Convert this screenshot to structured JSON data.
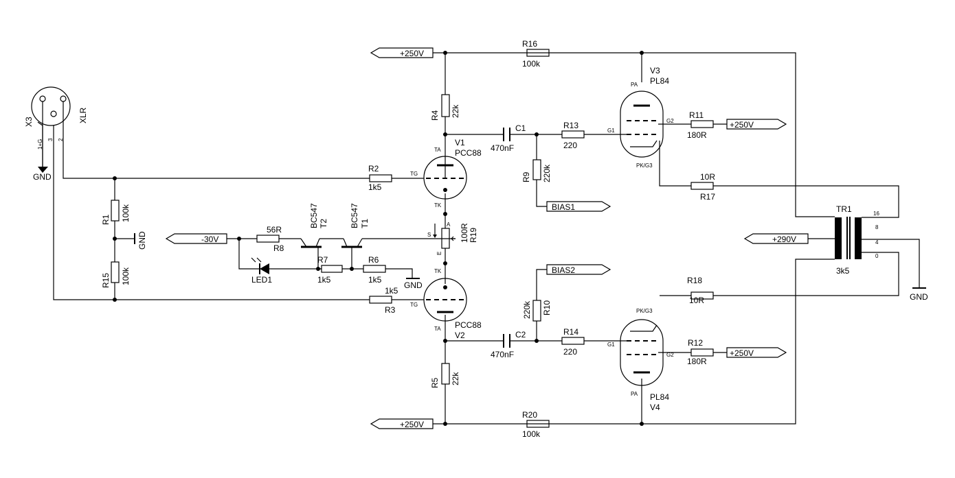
{
  "connector": {
    "ref": "X3",
    "type": "XLR",
    "pin1": "1+G",
    "pin3": "3",
    "pin2": "2",
    "gnd": "GND"
  },
  "ports": {
    "p250_top": "+250V",
    "p250_bot": "+250V",
    "p250_r11": "+250V",
    "p250_r12": "+250V",
    "m30": "-30V",
    "p290": "+290V",
    "bias1": "BIAS1",
    "bias2": "BIAS2"
  },
  "gnd": {
    "r1": "GND",
    "r6": "GND",
    "tr": "GND"
  },
  "tubes": {
    "v1": {
      "ref": "V1",
      "type": "PCC88",
      "pin_a": "TA",
      "pin_g": "TG",
      "pin_k": "TK"
    },
    "v2": {
      "ref": "V2",
      "type": "PCC88",
      "pin_a": "TA",
      "pin_g": "TG",
      "pin_k": "TK"
    },
    "v3": {
      "ref": "V3",
      "type": "PL84",
      "pin_a": "PA",
      "pin_g1": "G1",
      "pin_g2": "G2",
      "pin_k": "PK/G3"
    },
    "v4": {
      "ref": "V4",
      "type": "PL84",
      "pin_a": "PA",
      "pin_g1": "G1",
      "pin_g2": "G2",
      "pin_k": "PK/G3"
    }
  },
  "resistors": {
    "r1": {
      "ref": "R1",
      "val": "100k"
    },
    "r15": {
      "ref": "R15",
      "val": "100k"
    },
    "r2": {
      "ref": "R2",
      "val": "1k5"
    },
    "r3": {
      "ref": "R3",
      "val": "1k5"
    },
    "r4": {
      "ref": "R4",
      "val": "22k"
    },
    "r5": {
      "ref": "R5",
      "val": "22k"
    },
    "r6": {
      "ref": "R6",
      "val": "1k5"
    },
    "r7": {
      "ref": "R7",
      "val": "1k5"
    },
    "r8": {
      "ref": "R8",
      "val": "56R"
    },
    "r9": {
      "ref": "R9",
      "val": "220k"
    },
    "r10": {
      "ref": "R10",
      "val": "220k"
    },
    "r11": {
      "ref": "R11",
      "val": "180R"
    },
    "r12": {
      "ref": "R12",
      "val": "180R"
    },
    "r13": {
      "ref": "R13",
      "val": "220"
    },
    "r14": {
      "ref": "R14",
      "val": "220"
    },
    "r16": {
      "ref": "R16",
      "val": "100k"
    },
    "r17": {
      "ref": "R17",
      "val": "10R"
    },
    "r18": {
      "ref": "R18",
      "val": "10R"
    },
    "r19": {
      "ref": "R19",
      "val": "100R",
      "pin_a": "A",
      "pin_s": "S",
      "pin_e": "E"
    },
    "r20": {
      "ref": "R20",
      "val": "100k"
    }
  },
  "capacitors": {
    "c1": {
      "ref": "C1",
      "val": "470nF"
    },
    "c2": {
      "ref": "C2",
      "val": "470nF"
    }
  },
  "transistors": {
    "t1": {
      "ref": "T1",
      "type": "BC547"
    },
    "t2": {
      "ref": "T2",
      "type": "BC547"
    }
  },
  "led": {
    "ref": "LED1"
  },
  "transformer": {
    "ref": "TR1",
    "val": "3k5",
    "taps": [
      "16",
      "8",
      "4",
      "0"
    ]
  }
}
